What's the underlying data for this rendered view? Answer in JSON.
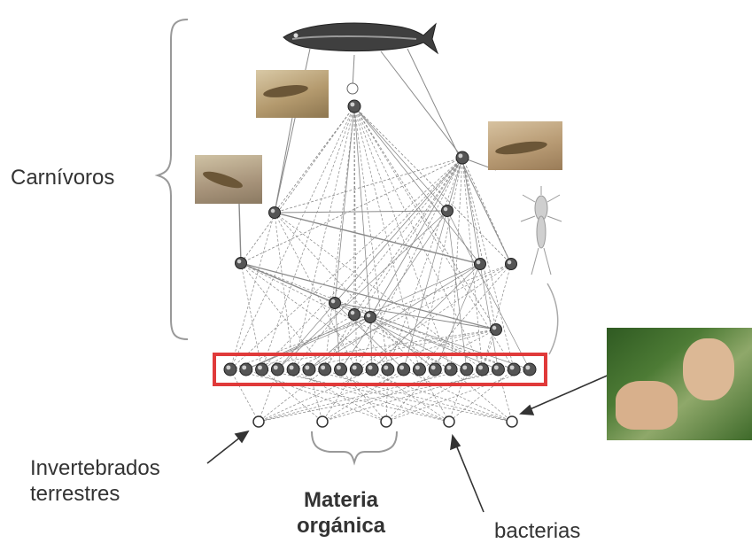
{
  "labels": {
    "carnivoros": "Carnívoros",
    "invertebrados_line1": "Invertebrados",
    "invertebrados_line2": "terrestres",
    "materia_line1": "Materia",
    "materia_line2": "orgánica",
    "bacterias": "bacterias"
  },
  "icons": {
    "top_predator": "fish-icon",
    "insect": "insect-icon"
  },
  "colors": {
    "highlight_box": "#e03a3a",
    "node_fill": "#555555",
    "edge": "#8a8a8a"
  },
  "highlight_node_count": 20
}
